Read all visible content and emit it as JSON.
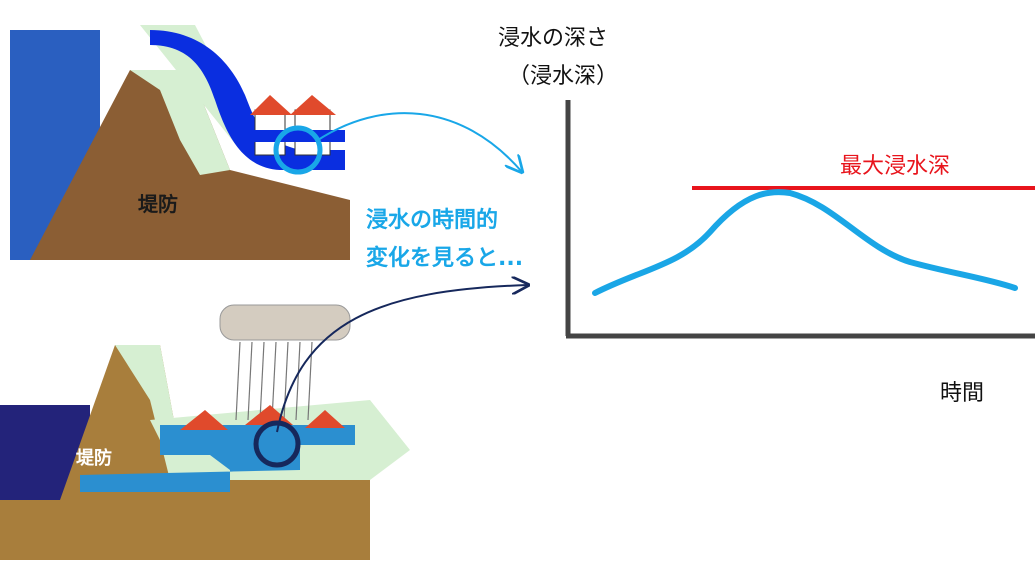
{
  "graph": {
    "y_label_line1": "浸水の深さ",
    "y_label_line2": "（浸水深）",
    "x_label": "時間",
    "max_line_label": "最大浸水深",
    "max_line_color": "#e8141c",
    "curve_color": "#1aa6e6"
  },
  "annotation": {
    "line1": "浸水の時間的",
    "line2": "変化を見ると...",
    "color": "#19a7e8"
  },
  "illustrations": {
    "top_levee_label": "堤防",
    "bottom_levee_label": "堤防"
  }
}
